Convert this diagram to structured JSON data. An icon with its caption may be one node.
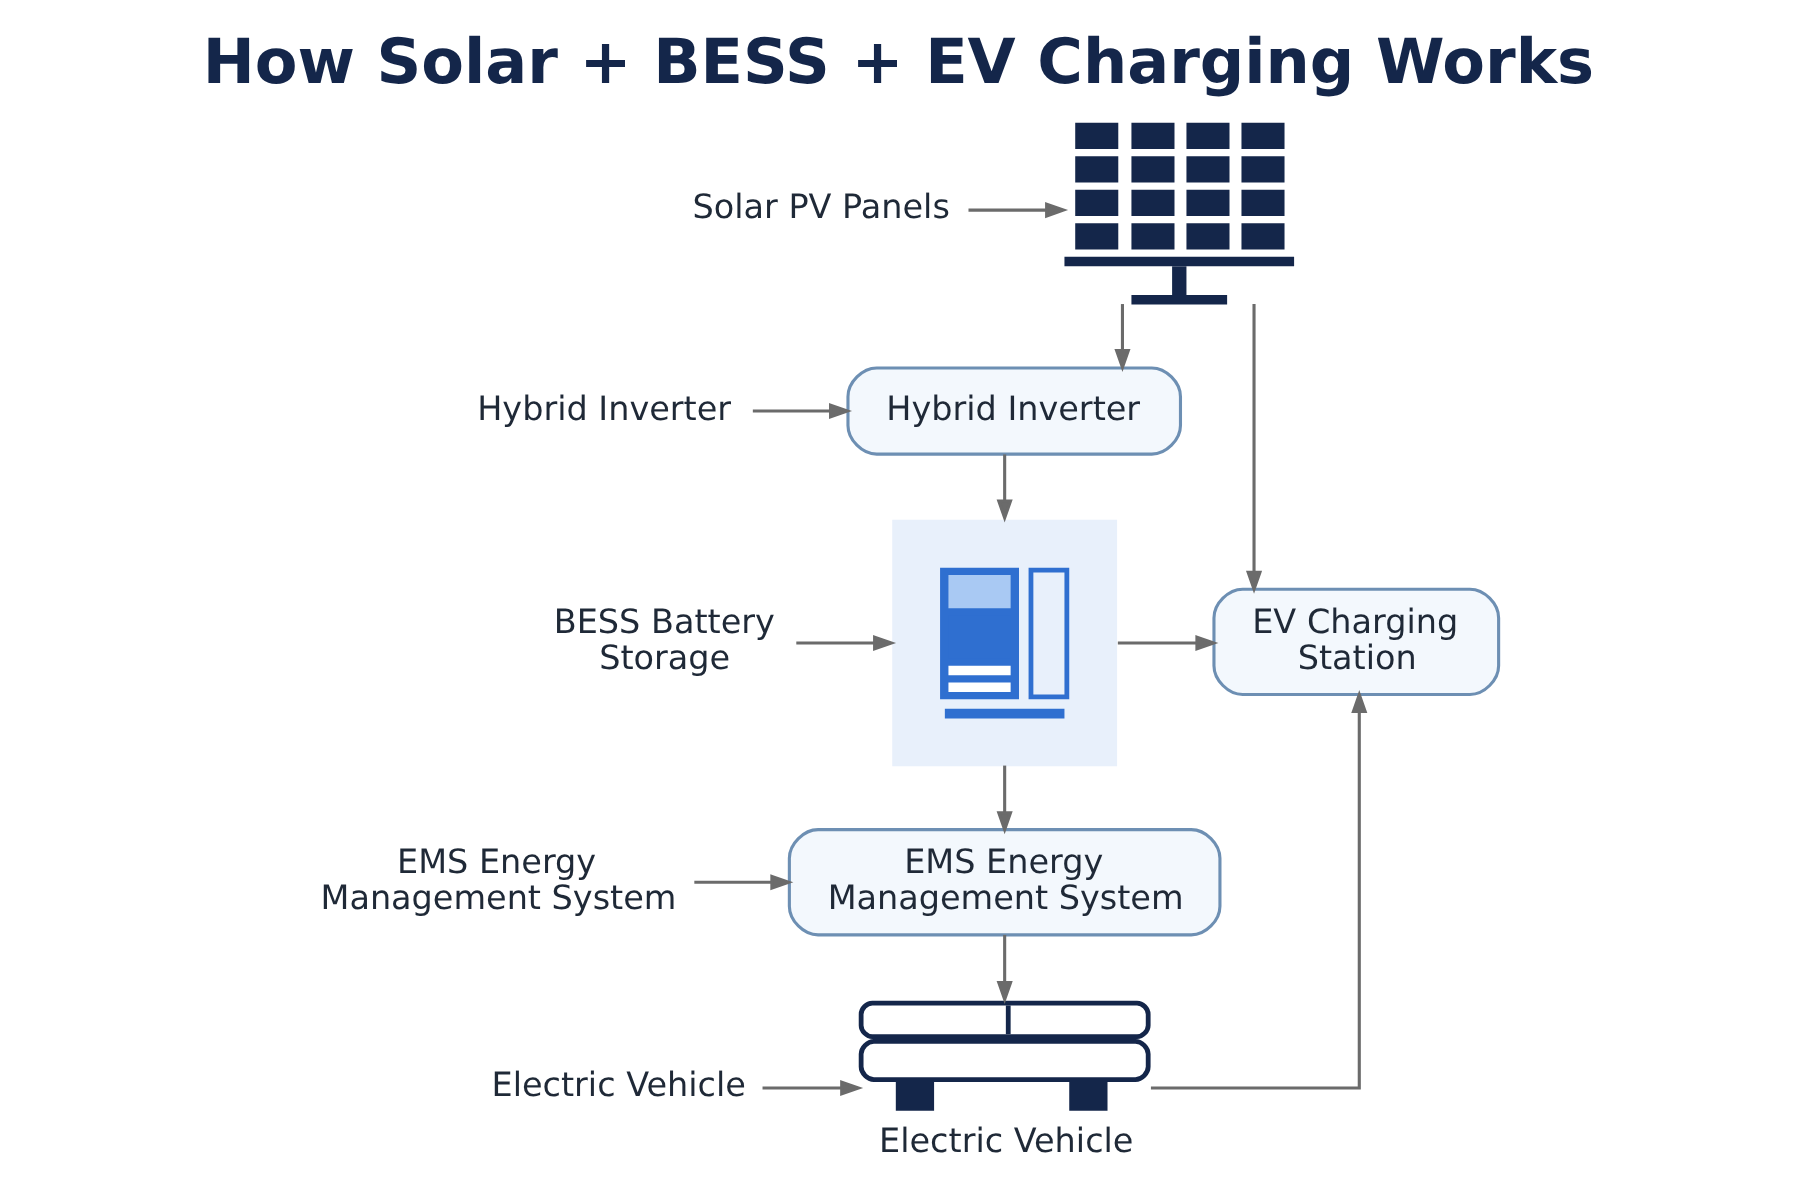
{
  "diagram": {
    "title": "How Solar + BESS + EV Charging Works",
    "nodes": [
      {
        "text": [
          "Solar PV Panels"
        ]
      },
      {
        "text": [],
        "shape": "picture"
      },
      {
        "text": [
          "Hybrid Inverter"
        ]
      },
      {
        "text": [
          "Hybrid Inverter"
        ]
      },
      {
        "text": [
          "BESS Battery Storage"
        ]
      },
      {
        "text": [],
        "shape": "picture"
      },
      {
        "text": [
          "EV Charging Station"
        ]
      },
      {
        "text": [
          "EMS Energy Management System"
        ]
      },
      {
        "text": [
          "EMS Energy Management System"
        ]
      },
      {
        "text": [
          "Electric Vehicle"
        ]
      },
      {
        "text": [],
        "shape": "picture",
        "beside": [
          "Electric Vehicle"
        ]
      }
    ],
    "edges": [
      {
        "from": 0,
        "to": 1,
        "arrow": "to"
      },
      {
        "from": 1,
        "to": 3,
        "arrow": "to"
      },
      {
        "from": 2,
        "to": 3,
        "arrow": "to"
      },
      {
        "from": 3,
        "to": 5,
        "arrow": "to"
      },
      {
        "from": 4,
        "to": 5,
        "arrow": "to"
      },
      {
        "from": 5,
        "to": 8,
        "arrow": "to"
      },
      {
        "from": 7,
        "to": 8,
        "arrow": "to"
      },
      {
        "from": 8,
        "to": 10,
        "arrow": "to"
      },
      {
        "from": 9,
        "to": 10,
        "arrow": "to"
      },
      {
        "from": 1,
        "to": 6,
        "arrow": "to"
      },
      {
        "from": 5,
        "to": 6,
        "arrow": "to"
      },
      {
        "from": 10,
        "to": 6,
        "arrow": "to"
      }
    ]
  }
}
